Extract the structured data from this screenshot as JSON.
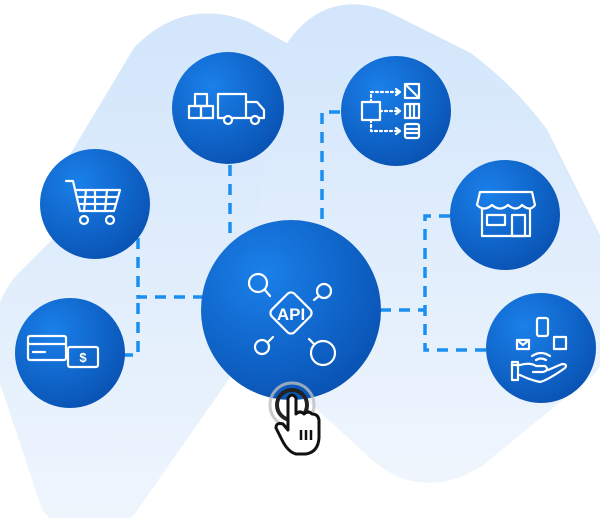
{
  "hub": {
    "label": "API",
    "icon": "api-network-icon"
  },
  "nodes": [
    {
      "id": "delivery",
      "icon": "delivery-truck-icon"
    },
    {
      "id": "workflow",
      "icon": "workflow-routing-icon"
    },
    {
      "id": "cart",
      "icon": "shopping-cart-icon"
    },
    {
      "id": "store",
      "icon": "storefront-icon"
    },
    {
      "id": "payment",
      "icon": "card-payment-icon"
    },
    {
      "id": "omnichannel",
      "icon": "hand-devices-icon"
    }
  ],
  "cursor": {
    "icon": "hand-pointer-icon"
  },
  "colors": {
    "node": "#0a5fc8",
    "node_light": "#1a7fe8",
    "connector": "#1a8ff0",
    "background_blob": "#dcebfb"
  }
}
